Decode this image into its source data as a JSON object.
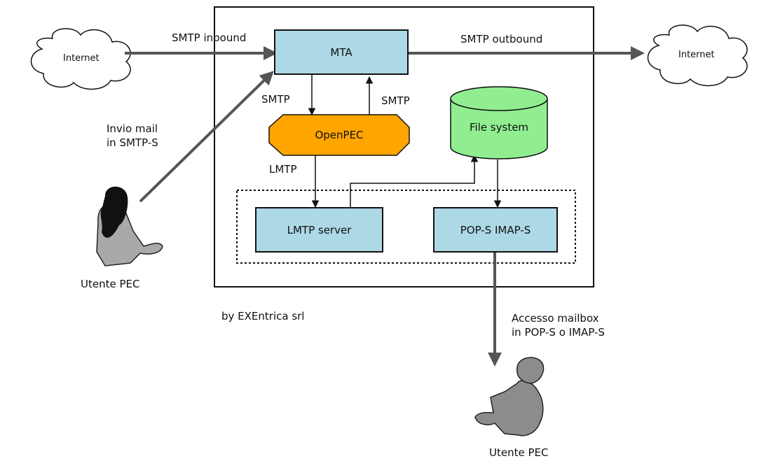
{
  "labels": {
    "internet_left": "Internet",
    "internet_right": "Internet",
    "smtp_inbound": "SMTP inbound",
    "smtp_outbound": "SMTP outbound",
    "mta": "MTA",
    "smtp_down": "SMTP",
    "smtp_up": "SMTP",
    "openpec": "OpenPEC",
    "file_system": "File system",
    "lmtp": "LMTP",
    "lmtp_server": "LMTP server",
    "pop_imap": "POP-S  IMAP-S",
    "invio_mail": "Invio mail\nin SMTP-S",
    "utente_pec_left": "Utente PEC",
    "utente_pec_right": "Utente PEC",
    "credit": "by EXEntrica srl",
    "accesso": "Accesso mailbox\nin POP-S o IMAP-S"
  },
  "colors": {
    "box_fill": "#add8e6",
    "openpec_fill": "#ffa500",
    "filesystem_fill": "#90ee90",
    "arrow_gray": "#555555",
    "person_gray": "#a9a9a9"
  },
  "icons": {
    "cloud": "cloud-icon",
    "person": "person-icon",
    "database": "database-icon"
  }
}
